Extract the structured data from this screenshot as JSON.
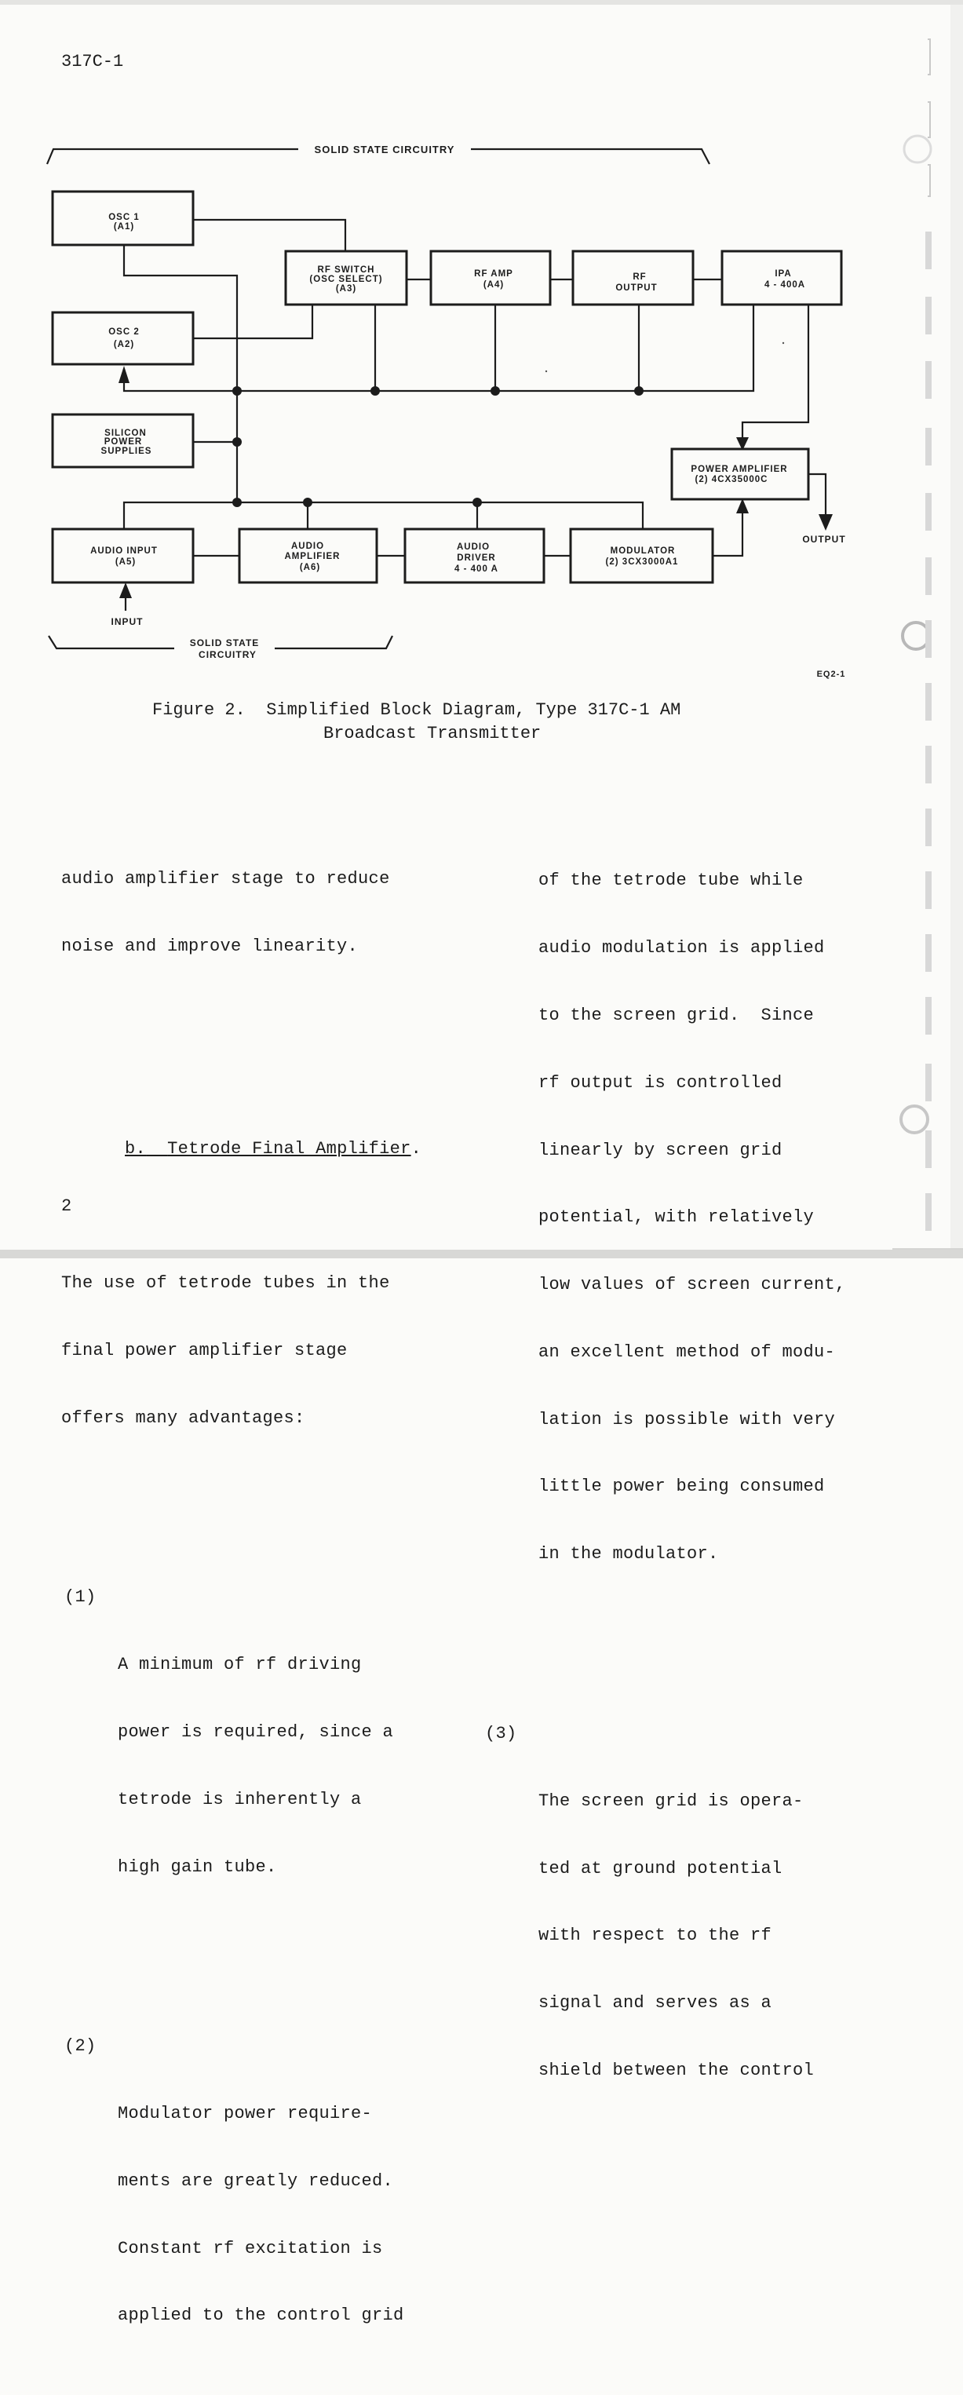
{
  "page": {
    "header": "317C-1",
    "page_number": "2",
    "figure_code": "EQ2-1"
  },
  "diagram": {
    "top_bracket_label": "SOLID STATE CIRCUITRY",
    "bottom_bracket_label": [
      "SOLID STATE",
      "CIRCUITRY"
    ],
    "blocks": {
      "osc1": [
        "OSC 1",
        "(A1)"
      ],
      "osc2": [
        "OSC 2",
        "(A2)"
      ],
      "rf_switch": [
        "RF SWITCH",
        "(OSC SELECT)",
        "(A3)"
      ],
      "rf_amp": [
        "RF AMP",
        "(A4)"
      ],
      "rf_output": [
        "RF",
        "OUTPUT"
      ],
      "ipa": [
        "IPA",
        "4 - 400A"
      ],
      "power_supplies": [
        "SILICON",
        "POWER",
        "SUPPLIES"
      ],
      "power_amplifier": [
        "POWER AMPLIFIER",
        "(2) 4CX35000C"
      ],
      "audio_input": [
        "AUDIO INPUT",
        "(A5)"
      ],
      "audio_amplifier": [
        "AUDIO",
        "AMPLIFIER",
        "(A6)"
      ],
      "audio_driver": [
        "AUDIO",
        "DRIVER",
        "4 - 400 A"
      ],
      "modulator": [
        "MODULATOR",
        "(2) 3CX3000A1"
      ]
    },
    "input_label": "INPUT",
    "output_label": "OUTPUT"
  },
  "figure": {
    "caption_line1": "Figure 2.  Simplified Block Diagram, Type 317C-1 AM",
    "caption_line2": "Broadcast Transmitter"
  },
  "text": {
    "left": {
      "p1": [
        "audio amplifier stage to reduce",
        "noise and improve linearity."
      ],
      "heading_prefix": "b.",
      "heading_title": "Tetrode Final Amplifier",
      "heading_suffix": ".",
      "p2": [
        "The use of tetrode tubes in the",
        "final power amplifier stage",
        "offers many advantages:"
      ],
      "item1_num": "(1)",
      "item1": [
        "A minimum of rf driving",
        "power is required, since a",
        "tetrode is inherently a",
        "high gain tube."
      ],
      "item2_num": "(2)",
      "item2": [
        "Modulator power require-",
        "ments are greatly reduced.",
        "Constant rf excitation is",
        "applied to the control grid"
      ]
    },
    "right": {
      "p1": [
        "of the tetrode tube while",
        "audio modulation is applied",
        "to the screen grid.  Since",
        "rf output is controlled",
        "linearly by screen grid",
        "potential, with relatively",
        "low values of screen current,",
        "an excellent method of modu-",
        "lation is possible with very",
        "little power being consumed",
        "in the modulator."
      ],
      "item3_num": "(3)",
      "item3": [
        "The screen grid is opera-",
        "ted at ground potential",
        "with respect to the rf",
        "signal and serves as a",
        "shield between the control"
      ]
    }
  }
}
